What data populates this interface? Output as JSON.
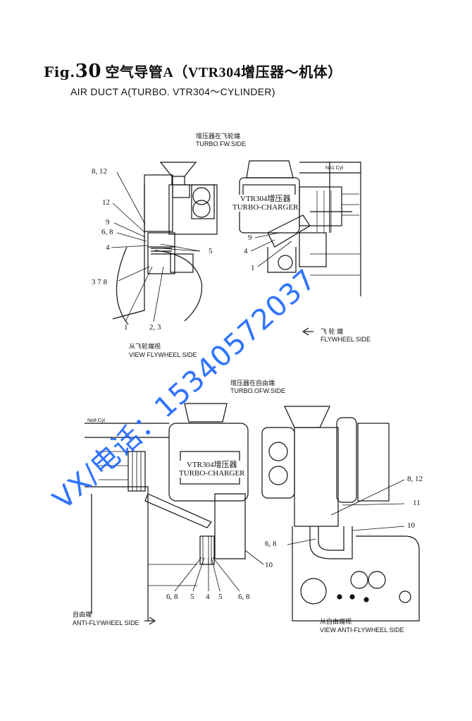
{
  "title": {
    "fig_prefix": "Fig.",
    "fig_number": "30",
    "chinese": "空气导管A（VTR304增压器～机体）",
    "english": "AIR DUCT A(TURBO. VTR304～CYLINDER)"
  },
  "view_top_right": {
    "header_cn": "增压器在飞轮端",
    "header_en": "TURBO.FW.SIDE",
    "box_line1": "VTR304增压器",
    "box_line2": "TURBO-CHARGER",
    "cyl_label": "No1 Cyl",
    "arrow_cn": "飞 轮 端",
    "arrow_en": "FLYWHEEL SIDE",
    "callouts": [
      "9",
      "4",
      "1"
    ]
  },
  "view_top_left": {
    "caption_cn": "从飞轮端视",
    "caption_en": "VIEW  FLYWHEEL SIDE",
    "callouts": [
      "8, 12",
      "12",
      "9",
      "6, 8",
      "4",
      "5",
      "3  7  8",
      "1",
      "2, 3"
    ]
  },
  "view_bottom_left": {
    "header_cn": "增压器在自由端",
    "header_en": "TURBO.OFW.SIDE",
    "box_line1": "VTR304增压器",
    "box_line2": "TURBO-CHARGER",
    "cyl_label": "No8 Cyl",
    "arrow_cn": "自由端",
    "arrow_en": "ANTI-FLYWHEEL SIDE",
    "callouts": [
      "10",
      "6, 8",
      "5",
      "4",
      "5",
      "6, 8"
    ]
  },
  "view_bottom_right": {
    "caption_cn": "从自由端视",
    "caption_en": "VIEW  ANTI-FLYWHEEL SIDE",
    "callouts": [
      "8, 12",
      "11",
      "10",
      "6, 8"
    ]
  },
  "watermark": "VX/电话：15340572037",
  "colors": {
    "watermark": "#1a66ff",
    "ink": "#111111"
  }
}
